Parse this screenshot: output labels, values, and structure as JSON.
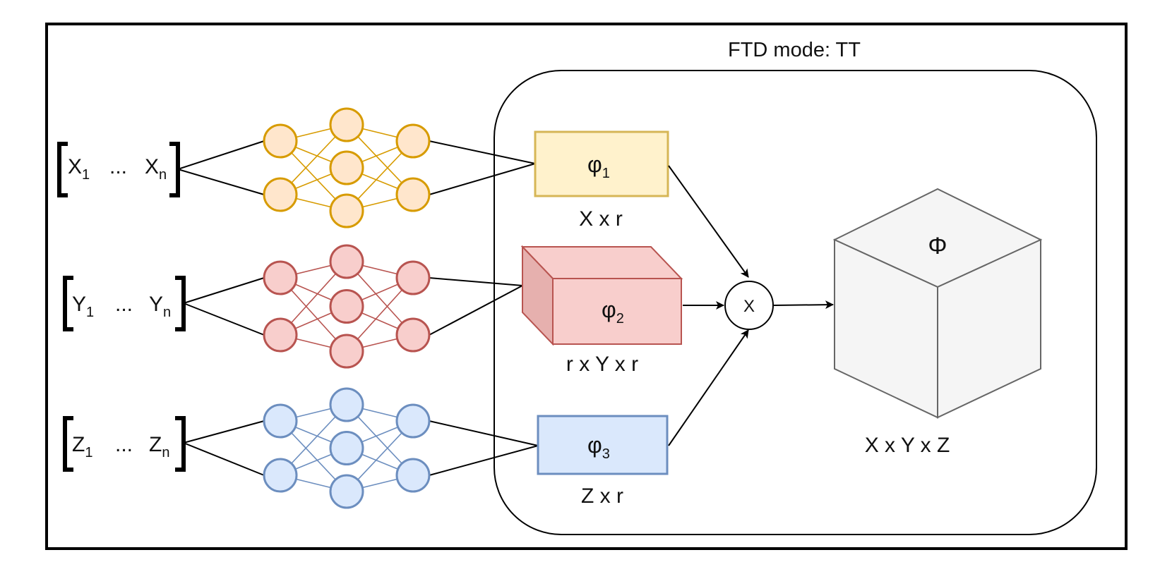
{
  "title": "FTD mode: TT",
  "inputs": [
    {
      "var": "X",
      "start_sub": "1",
      "ellipsis": "...",
      "end_sub": "n"
    },
    {
      "var": "Y",
      "start_sub": "1",
      "ellipsis": "...",
      "end_sub": "n"
    },
    {
      "var": "Z",
      "start_sub": "1",
      "ellipsis": "...",
      "end_sub": "n"
    }
  ],
  "factors": [
    {
      "symbol": "φ",
      "sub": "1",
      "shape_label": "X x r",
      "fill": "#fff2cc",
      "stroke": "#d6b656",
      "net_fill": "#ffe6cc",
      "net_stroke": "#d79b00"
    },
    {
      "symbol": "φ",
      "sub": "2",
      "shape_label": "r x Y x r",
      "fill": "#f8cecc",
      "stroke": "#b85450",
      "net_fill": "#f8cecc",
      "net_stroke": "#b85450"
    },
    {
      "symbol": "φ",
      "sub": "3",
      "shape_label": "Z x r",
      "fill": "#dae8fc",
      "stroke": "#6c8ebf",
      "net_fill": "#dae8fc",
      "net_stroke": "#6c8ebf"
    }
  ],
  "product_op": "X",
  "output": {
    "symbol": "Φ",
    "shape_label": "X x Y x Z",
    "fill": "#f5f5f5",
    "stroke": "#666666"
  }
}
